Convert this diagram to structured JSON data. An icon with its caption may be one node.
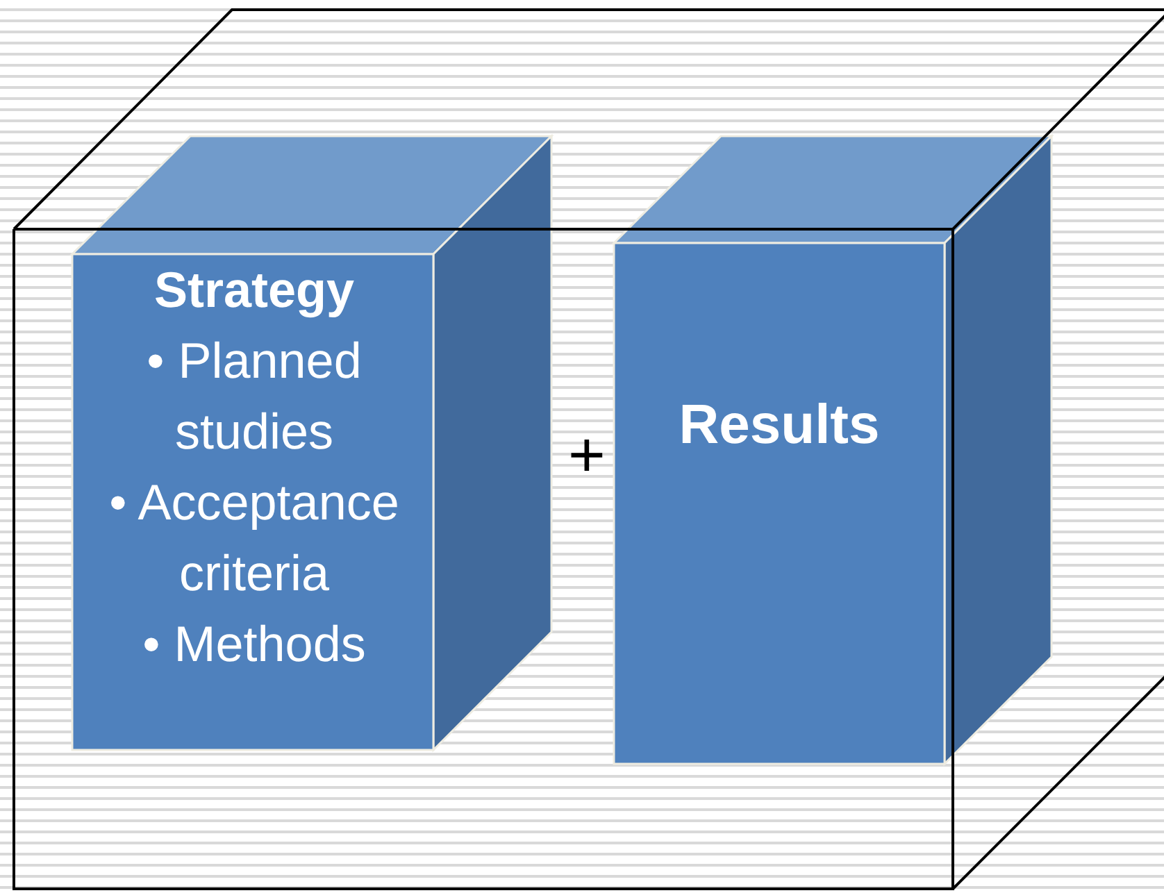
{
  "diagram": {
    "nodes": [
      {
        "text": [],
        "shape": "box"
      },
      {
        "text": [
          "Strategy",
          "• Planned studies",
          "• Acceptance criteria",
          "• Methods"
        ],
        "in": 0
      },
      {
        "text": [
          "Results"
        ],
        "in": 0
      }
    ],
    "edges": [],
    "labels": [
      "+"
    ]
  }
}
